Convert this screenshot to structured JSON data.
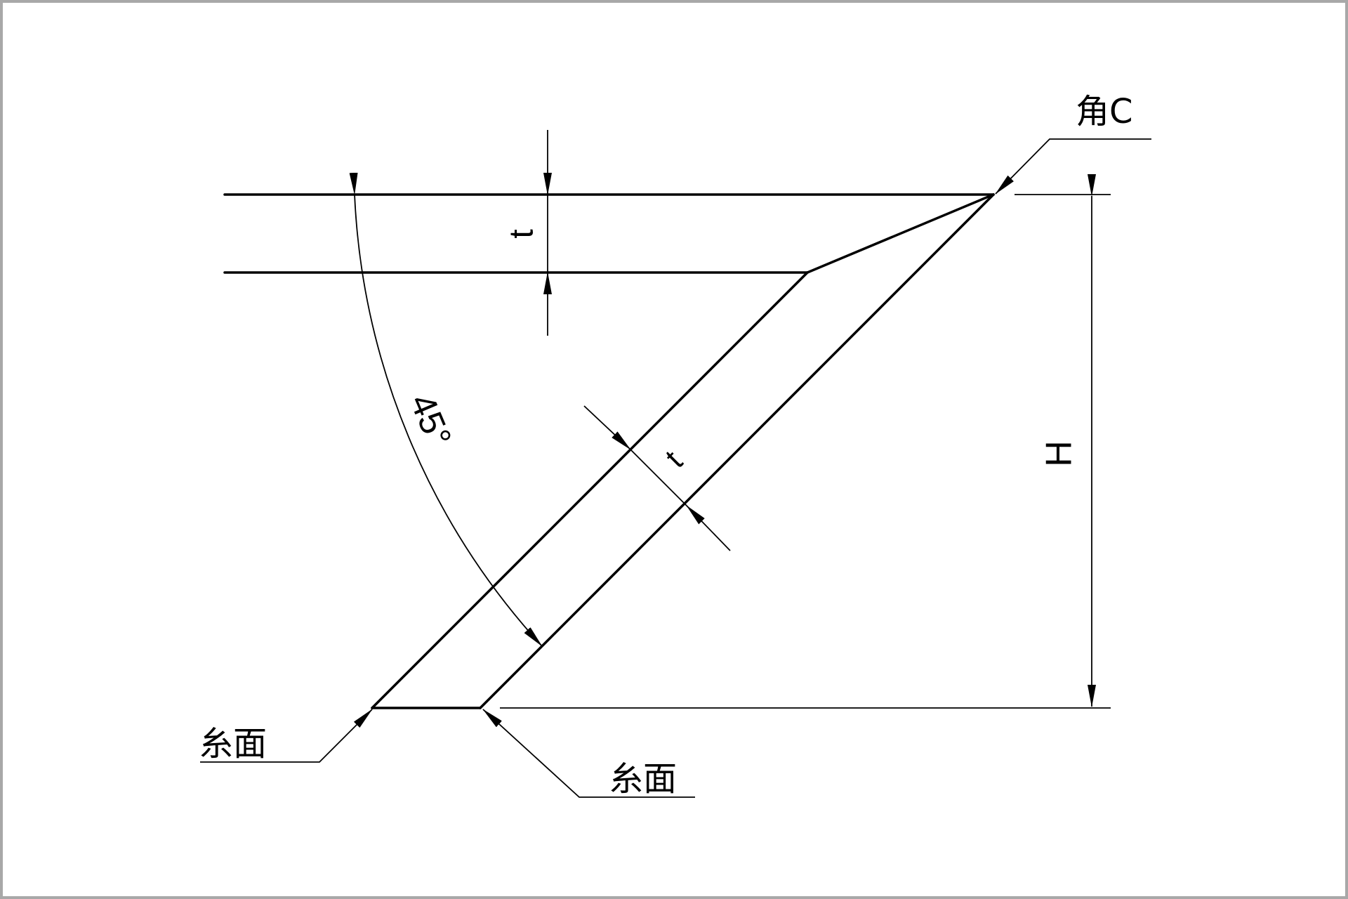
{
  "diagram": {
    "labels": {
      "thickness_top": "t",
      "thickness_diagonal": "t",
      "angle": "45°",
      "height": "H",
      "corner_c": "角C",
      "thread_surface_left": "糸面",
      "thread_surface_right": "糸面"
    },
    "colors": {
      "line": "#000000",
      "frame_border": "#a8a8a8",
      "background": "#ffffff"
    }
  }
}
